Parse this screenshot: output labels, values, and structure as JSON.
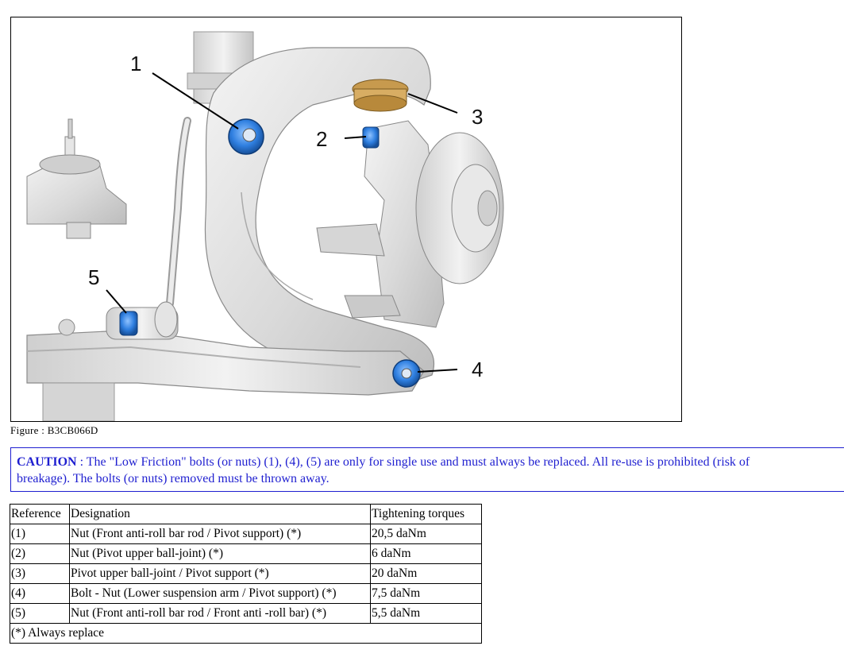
{
  "figure": {
    "callouts": [
      "1",
      "2",
      "3",
      "4",
      "5"
    ],
    "caption": "Figure : B3CB066D"
  },
  "caution": {
    "label": "CAUTION",
    "line1_text": " : The \"Low Friction\" bolts (or nuts) (1), (4), (5) are only for single use and must always be replaced. All re-use is prohibited (risk of",
    "line2_text": "breakage). The bolts (or nuts) removed must be thrown away.",
    "color": "#1f1fd0"
  },
  "table": {
    "headers": [
      "Reference",
      "Designation",
      "Tightening torques"
    ],
    "rows": [
      [
        "(1)",
        "Nut (Front anti-roll bar rod / Pivot support) (*)",
        "20,5 daNm"
      ],
      [
        "(2)",
        "Nut (Pivot upper ball-joint) (*)",
        "6 daNm"
      ],
      [
        "(3)",
        "Pivot upper ball-joint / Pivot support (*)",
        "20 daNm"
      ],
      [
        "(4)",
        "Bolt - Nut (Lower suspension arm / Pivot support) (*)",
        "7,5 daNm"
      ],
      [
        "(5)",
        "Nut (Front anti-roll bar rod / Front anti -roll bar) (*)",
        "5,5 daNm"
      ]
    ],
    "footnote": "(*) Always replace"
  }
}
